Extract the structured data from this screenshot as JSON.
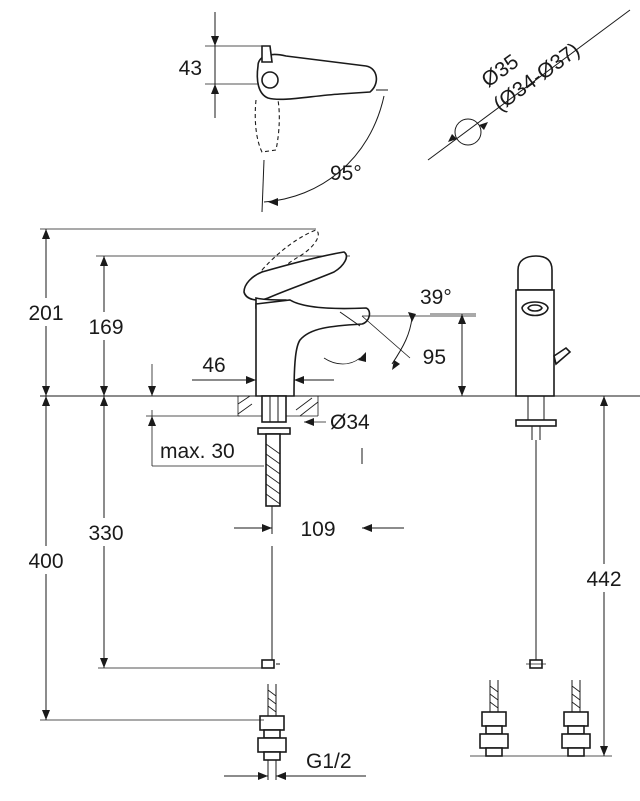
{
  "dimensions": {
    "handle_height": "43",
    "rotation_angle": "95°",
    "hole_diameter": "Ø35",
    "hole_range": "(Ø34-Ø37)",
    "total_height": "201",
    "spout_height": "169",
    "spout_angle": "39°",
    "spout_clearance": "95",
    "spout_base_width": "46",
    "mount_diameter": "Ø34",
    "max_thickness": "max. 30",
    "hose_length": "330",
    "spout_reach": "109",
    "connection_length": "400",
    "right_length": "442",
    "thread": "G1/2"
  }
}
